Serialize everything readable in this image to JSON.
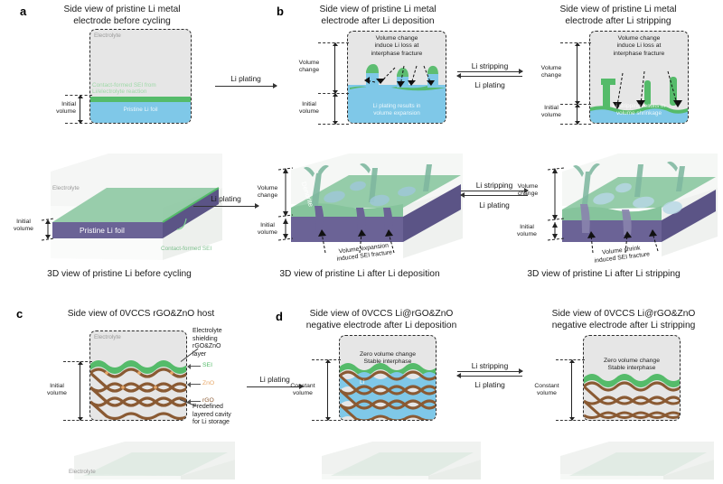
{
  "figure": {
    "panels": {
      "a": {
        "letter": "a",
        "title": "Side view of pristine Li metal\nelectrode before cycling",
        "electrolyte_label": "Electrolyte",
        "sei_note": "Contact-formed SEI from\nLi/electrolyte reaction",
        "li_label": "Pristine Li foil",
        "initial_volume_label": "Initial\nvolume"
      },
      "b": {
        "letter": "b",
        "title_deposition": "Side view of pristine Li metal\nelectrode after Li deposition",
        "title_stripping": "Side view of pristine Li metal\nelectrode after Li stripping",
        "note_deposition": "Volume change\ninduce Li loss at\ninterphase fracture",
        "note_stripping": "Volume change\ninduce Li loss at\ninterphase fracture",
        "inner_note_deposition": "Li plating results in\nvolume  expansion",
        "inner_note_stripping": "Li stripping results in\nvolume  shrinkage",
        "volume_change_label": "Volume\nchange",
        "initial_volume_label": "Initial\nvolume"
      },
      "c": {
        "letter": "c",
        "title": "Side view of 0VCCS rGO&ZnO host",
        "electrolyte_label": "Electrolyte",
        "initial_volume_label": "Initial\nvolume",
        "callout_shielding": "Electrolyte\nshielding\nrGO&ZnO\nlayer",
        "callout_cavity": "Predefined\nlayered cavity\nfor Li storage",
        "legend": [
          {
            "label": "SEI",
            "color": "#55bb6a"
          },
          {
            "label": "ZnO",
            "color": "#e8a96a"
          },
          {
            "label": "rGO",
            "color": "#8a5a33"
          }
        ]
      },
      "d": {
        "letter": "d",
        "title_deposition": "Side view of 0VCCS Li@rGO&ZnO\nnegative electrode after Li deposition",
        "title_stripping": "Side view of 0VCCS Li@rGO&ZnO\nnegative electrode after Li stripping",
        "note": "Zero volume change\nStable interphase",
        "constant_volume_label": "Constant\nvolume",
        "li_label": "Li"
      }
    },
    "arrows": {
      "li_plating": "Li plating",
      "li_stripping": "Li stripping"
    },
    "row3d": {
      "captions": [
        "3D view of pristine Li before cycling",
        "3D view of pristine Li after Li deposition",
        "3D view of pristine Li after Li stripping"
      ],
      "left": {
        "electrolyte_label": "Electrolyte",
        "foil_label": "Pristine Li foil",
        "sei_label": "Contact-formed SEI",
        "initial_volume_label": "Initial\nvolume"
      },
      "middle": {
        "volume_change_label": "Volume\nchange",
        "initial_volume_label": "Initial\nvolume",
        "dendrite_label": "Dendrite",
        "fracture_note": "Volume expansion\ninduced SEI fracture"
      },
      "right": {
        "volume_change_label": "Volume\nchange",
        "initial_volume_label": "Initial\nvolume",
        "fracture_note": "Volume shrink\ninduced SEI fracture"
      }
    },
    "bottom_row": {
      "electrolyte_label": "Electrolyte"
    },
    "colors": {
      "electrolyte": "#e6e6e6",
      "sei_green": "#55bb6a",
      "li_blue": "#7fc8e8",
      "zno_orange": "#e8a96a",
      "rgo_brown": "#8a5a33",
      "li_foil_purple": "#6b6396",
      "sei_plane_green": "#8fc9a4"
    }
  }
}
